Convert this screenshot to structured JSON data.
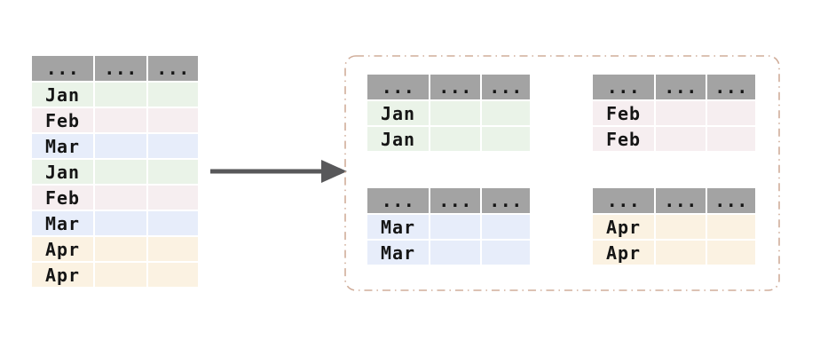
{
  "colors": {
    "header_bg": "#a3a3a3",
    "jan": "#eaf3e8",
    "feb": "#f6eef0",
    "mar": "#e7edfa",
    "apr": "#fbf2e2",
    "arrow": "#58585a",
    "dashed_border": "#d0ad9a",
    "text": "#151515",
    "background": "#ffffff"
  },
  "source_table": {
    "headers": [
      "...",
      "...",
      "..."
    ],
    "rows": [
      {
        "label": "Jan",
        "group": "jan"
      },
      {
        "label": "Feb",
        "group": "feb"
      },
      {
        "label": "Mar",
        "group": "mar"
      },
      {
        "label": "Jan",
        "group": "jan"
      },
      {
        "label": "Feb",
        "group": "feb"
      },
      {
        "label": "Mar",
        "group": "mar"
      },
      {
        "label": "Apr",
        "group": "apr"
      },
      {
        "label": "Apr",
        "group": "apr"
      }
    ]
  },
  "groups": [
    {
      "id": "jan",
      "headers": [
        "...",
        "...",
        "..."
      ],
      "rows": [
        {
          "label": "Jan"
        },
        {
          "label": "Jan"
        }
      ]
    },
    {
      "id": "feb",
      "headers": [
        "...",
        "...",
        "..."
      ],
      "rows": [
        {
          "label": "Feb"
        },
        {
          "label": "Feb"
        }
      ]
    },
    {
      "id": "mar",
      "headers": [
        "...",
        "...",
        "..."
      ],
      "rows": [
        {
          "label": "Mar"
        },
        {
          "label": "Mar"
        }
      ]
    },
    {
      "id": "apr",
      "headers": [
        "...",
        "...",
        "..."
      ],
      "rows": [
        {
          "label": "Apr"
        },
        {
          "label": "Apr"
        }
      ]
    }
  ]
}
